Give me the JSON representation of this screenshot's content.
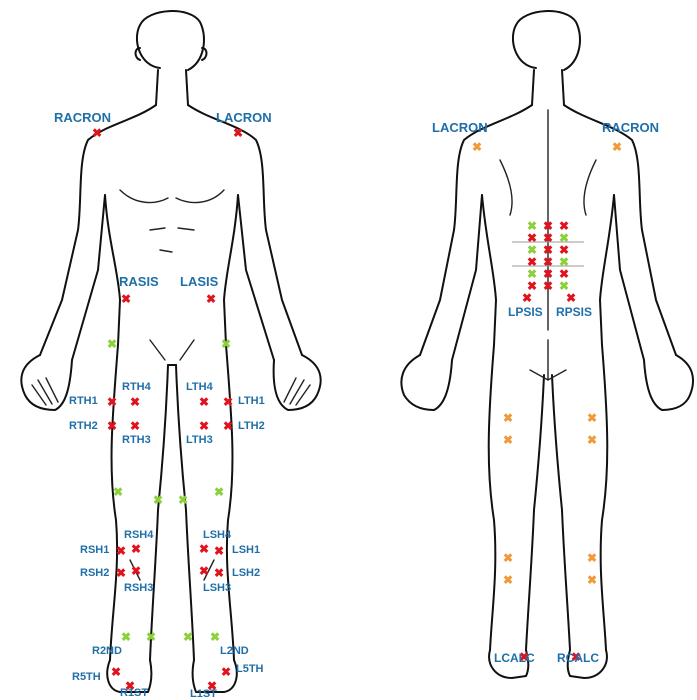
{
  "colors": {
    "label": "#1f6fa8",
    "red_marker": "#e0141e",
    "green_marker": "#8cd03c",
    "orange_marker": "#f09a3c",
    "outline": "#111111"
  },
  "front": {
    "labels": {
      "racron": "RACRON",
      "lacron": "LACRON",
      "rasis": "RASIS",
      "lasis": "LASIS",
      "rth4": "RTH4",
      "lth4": "LTH4",
      "rth1": "RTH1",
      "lth1": "LTH1",
      "rth2": "RTH2",
      "lth2": "LTH2",
      "rth3": "RTH3",
      "lth3": "LTH3",
      "rsh4": "RSH4",
      "lsh4": "LSH4",
      "rsh1": "RSH1",
      "lsh1": "LSH1",
      "rsh2": "RSH2",
      "lsh2": "LSH2",
      "rsh3": "RSH3",
      "lsh3": "LSH3",
      "r2nd": "R2ND",
      "l2nd": "L2ND",
      "r5th": "R5TH",
      "l5th": "L5TH",
      "r1st": "R1ST",
      "l1st": "L1ST"
    }
  },
  "back": {
    "labels": {
      "lacron": "LACRON",
      "racron": "RACRON",
      "lpsis": "LPSIS",
      "rpsis": "RPSIS",
      "lcalc": "LCALC",
      "rcalc": "RCALC"
    }
  }
}
